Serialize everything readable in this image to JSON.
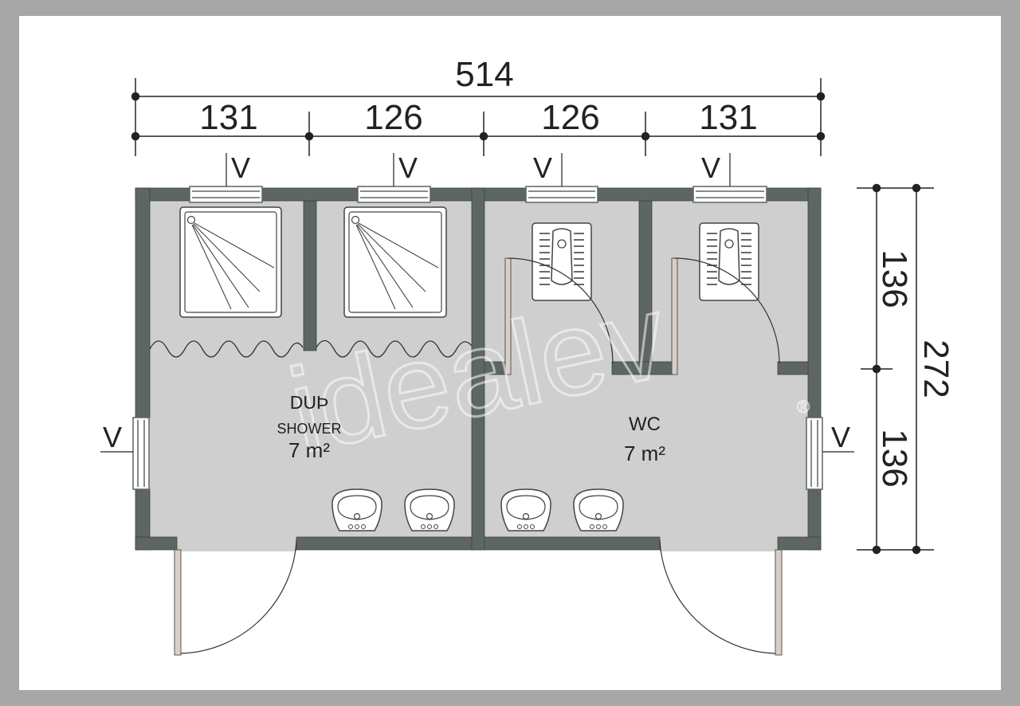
{
  "dimensions": {
    "total_width": "514",
    "segments": [
      "131",
      "126",
      "126",
      "131"
    ],
    "total_height": "272",
    "height_segments": [
      "136",
      "136"
    ]
  },
  "window_marker": "V",
  "rooms": {
    "shower": {
      "name_local": "DUÞ",
      "name": "SHOWER",
      "area": "7 m²"
    },
    "wc": {
      "name": "WC",
      "area": "7 m²"
    }
  },
  "watermark": {
    "brand": "idealev",
    "mark": "®"
  },
  "colors": {
    "wall": "#5d6662",
    "floor": "#cfcfcf",
    "window": "#ffffff",
    "door_leaf": "#d9cfc7",
    "fixture": "#ffffff",
    "background": "#a7a7a7"
  }
}
